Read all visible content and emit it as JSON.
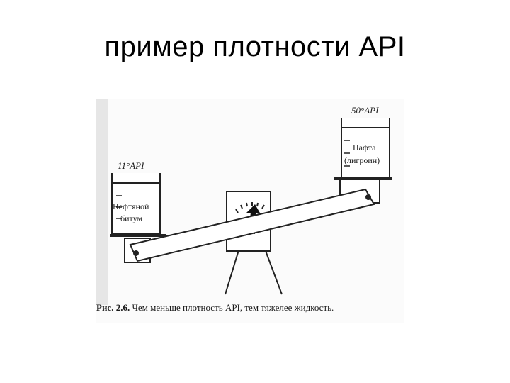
{
  "slide": {
    "title": "пример плотности API"
  },
  "figure": {
    "left_beaker": {
      "grade": "11°API",
      "label_line1": "Нефтяной",
      "label_line2": "битум"
    },
    "right_beaker": {
      "grade": "50°API",
      "label_line1": "Нафта",
      "label_line2": "(лигроин)"
    },
    "caption": {
      "number": "Рис. 2.6.",
      "text": "Чем меньше плотность API, тем тяжелее жидкость."
    }
  }
}
